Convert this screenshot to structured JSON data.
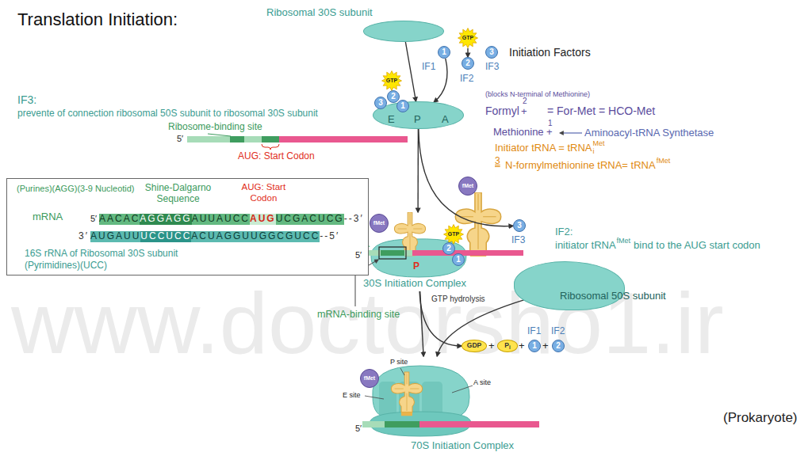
{
  "diagram": {
    "title": "Translation Initiation:",
    "nodes": [
      {
        "text": [
          "Ribosomal 30S subunit"
        ]
      },
      {
        "text": [
          "GTP"
        ]
      },
      {
        "text": [
          "1"
        ]
      },
      {
        "text": [
          "2"
        ]
      },
      {
        "text": [
          "3"
        ]
      },
      {
        "text": [
          "E",
          "P",
          "A"
        ]
      },
      {
        "text": [
          "GTP"
        ]
      },
      {
        "text": [
          "3"
        ]
      },
      {
        "text": [
          "2"
        ]
      },
      {
        "text": [
          "1"
        ]
      },
      {
        "text": [
          "fMet"
        ]
      },
      {
        "text": [
          "3"
        ]
      },
      {
        "text": [
          "(Purines)(AGG)(3-9 Nucleotid)",
          "Shine-Dalgarno Sequence",
          "AUG: Start Codon",
          "mRNA",
          "5′",
          "AACAC",
          "AGGAGG",
          "AUUAUCC",
          "AUG",
          "UCGACUCG",
          "--3′",
          "3′",
          "AUGAUU",
          "UCCUCC",
          "ACUAGGUUGGCGUCC",
          "--5′",
          "16S rRNA of Ribosomal 30S subunit (Pyrimidines)(UCC)"
        ]
      },
      {
        "text": [
          "fMet"
        ]
      },
      {
        "text": [
          "GTP"
        ]
      },
      {
        "text": [
          "2"
        ]
      },
      {
        "text": [
          "1"
        ]
      },
      {
        "text": [
          "P",
          "30S Initiation Complex"
        ]
      },
      {
        "text": [
          "Ribosomal 50S subunit"
        ]
      },
      {
        "text": [
          "GDP"
        ]
      },
      {
        "text": [
          "P",
          "i"
        ]
      },
      {
        "text": [
          "1"
        ]
      },
      {
        "text": [
          "2"
        ]
      },
      {
        "text": [
          "fMet"
        ]
      },
      {
        "text": [
          "P site",
          "E site",
          "A site",
          "70S Initiation Complex"
        ]
      }
    ],
    "edges": [
      {
        "from": 0,
        "to": 5,
        "arrow": "to"
      },
      {
        "from": 2,
        "to": 5,
        "arrow": "to"
      },
      {
        "from": 1,
        "to": 3,
        "arrow": "to"
      },
      {
        "from": 5,
        "to": 17,
        "arrow": "to"
      },
      {
        "from": 5,
        "to": 11,
        "arrow": "to"
      },
      {
        "from": 17,
        "to": 12,
        "arrow": "to"
      },
      {
        "from": 17,
        "to": 24,
        "label": "GTP hydrolysis",
        "arrow": "to"
      },
      {
        "from": 18,
        "to": 24,
        "arrow": "to"
      },
      {
        "from": 17,
        "to": 19,
        "arrow": "to"
      }
    ],
    "labels": [
      "Initiation Factors",
      "IF1",
      "IF2",
      "IF3",
      "IF3:",
      "prevente of connection ribosomal 50S subunit to ribosomal 30S subunit",
      "Ribosome-binding site",
      "5′",
      "AUG: Start Codon",
      "(blocks N-terminal of Methionine)",
      "Formyl",
      "2",
      "+",
      "= For-Met = HCO-Met",
      "1",
      "Methionine",
      "+",
      "Aminoacyl-tRNA Synthetase",
      "Initiator tRNA = tRNA",
      "Met",
      "i",
      "3",
      "N-formylmethionine tRNA= tRNA",
      "fMet",
      "IF3",
      "5′",
      "mRNA-binding site",
      "IF2:",
      "initiator tRNA",
      "fMet",
      "bind to the AUG start codon",
      "+",
      "+",
      "+",
      "IF1",
      "IF2",
      "5′",
      "www.doctorsho1.ir",
      "(Prokaryote)"
    ]
  }
}
